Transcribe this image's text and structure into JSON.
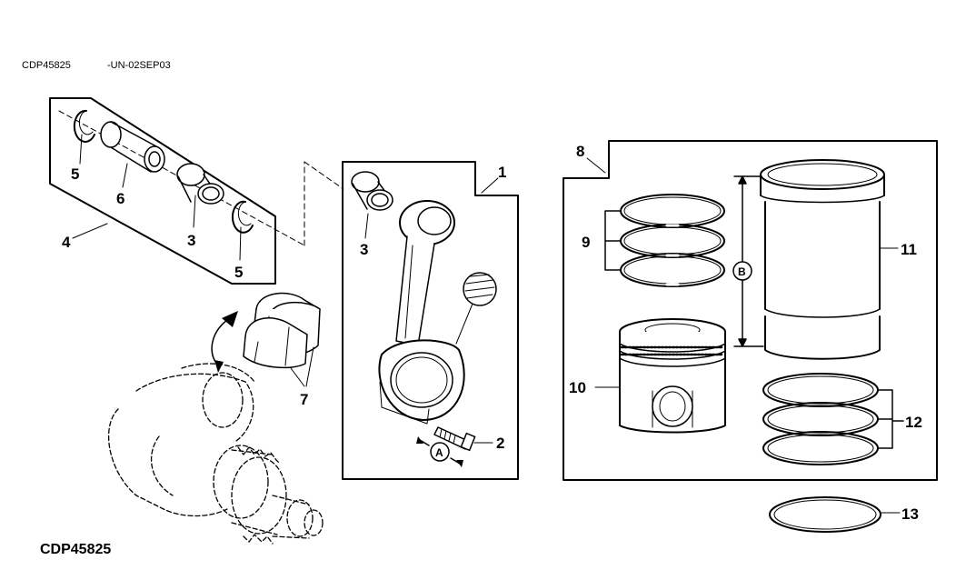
{
  "header": {
    "figure_code": "CDP45825",
    "revision": "-UN-02SEP03"
  },
  "footer": {
    "figure_code": "CDP45825"
  },
  "callouts": {
    "c1": "1",
    "c2": "2",
    "c3a": "3",
    "c3b": "3",
    "c4": "4",
    "c5a": "5",
    "c5b": "5",
    "c6": "6",
    "c7": "7",
    "c8": "8",
    "c9": "9",
    "c10": "10",
    "c11": "11",
    "c12": "12",
    "c13": "13"
  },
  "markers": {
    "a": "A",
    "b": "B"
  }
}
